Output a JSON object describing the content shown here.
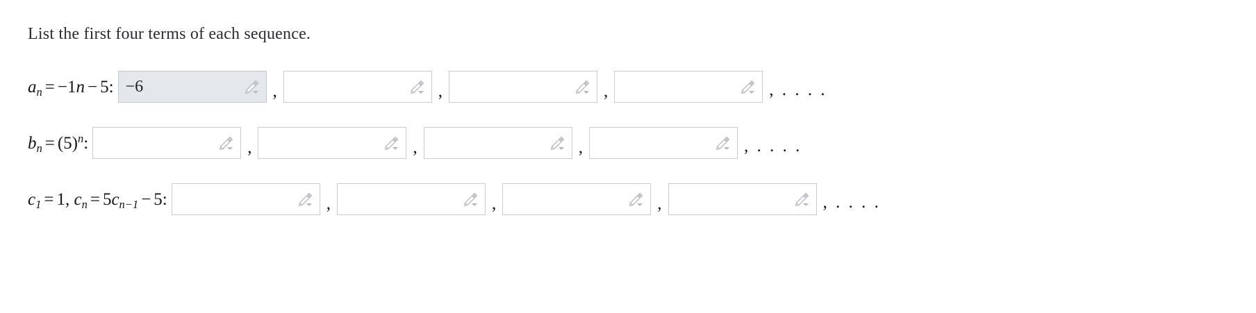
{
  "prompt": "List the first four terms of each sequence.",
  "icons": {
    "pencil": "pencil-icon",
    "dropdown": "chevron-down-icon"
  },
  "separators": {
    "comma": ",",
    "ellipsis": ", . . . ."
  },
  "rows": [
    {
      "id": "sequence-a",
      "label_parts": {
        "var": "a",
        "sub": "n",
        "equals": "=",
        "expr_pre": "−1",
        "expr_var": "n",
        "minus": "−",
        "expr_post": "5",
        "colon": ":"
      },
      "label_text": "a_n = −1n − 5:",
      "answers": [
        {
          "value": "−6",
          "placeholder": "",
          "filled": true
        },
        {
          "value": "",
          "placeholder": "",
          "filled": false
        },
        {
          "value": "",
          "placeholder": "",
          "filled": false
        },
        {
          "value": "",
          "placeholder": "",
          "filled": false
        }
      ]
    },
    {
      "id": "sequence-b",
      "label_parts": {
        "var": "b",
        "sub": "n",
        "equals": "=",
        "base": "(5)",
        "sup": "n",
        "colon": ":"
      },
      "label_text": "b_n = (5)^n:",
      "answers": [
        {
          "value": "",
          "placeholder": "",
          "filled": false
        },
        {
          "value": "",
          "placeholder": "",
          "filled": false
        },
        {
          "value": "",
          "placeholder": "",
          "filled": false
        },
        {
          "value": "",
          "placeholder": "",
          "filled": false
        }
      ]
    },
    {
      "id": "sequence-c",
      "label_parts": {
        "var1": "c",
        "sub1": "1",
        "equals1": "=",
        "first": "1",
        "comma": ",",
        "var2": "c",
        "sub2": "n",
        "equals2": "=",
        "coef": "5",
        "var3": "c",
        "sub3": "n−1",
        "minus": "−",
        "const": "5",
        "colon": ":"
      },
      "label_text": "c_1 = 1, c_n = 5c_{n−1} − 5:",
      "answers": [
        {
          "value": "",
          "placeholder": "",
          "filled": false
        },
        {
          "value": "",
          "placeholder": "",
          "filled": false
        },
        {
          "value": "",
          "placeholder": "",
          "filled": false
        },
        {
          "value": "",
          "placeholder": "",
          "filled": false
        }
      ]
    }
  ],
  "colors": {
    "page_background": "#ffffff",
    "text": "#16161a",
    "input_border": "#c9cbcf",
    "input_filled_background": "#e4e8ec",
    "icon": "#b6bac0"
  }
}
